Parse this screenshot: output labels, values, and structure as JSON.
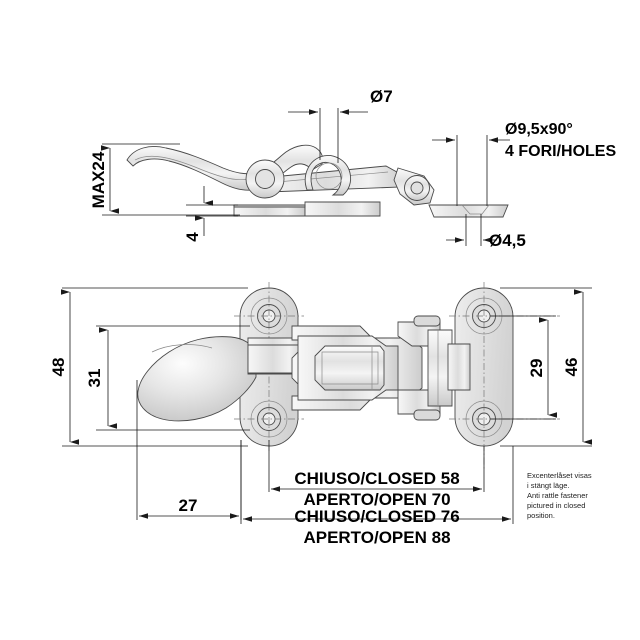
{
  "document": {
    "type": "technical-drawing",
    "title": "Anti rattle fastener / Excenterlas technical drawing",
    "background_color": "#ffffff",
    "line_color": "#1a1a1a",
    "part_fill_color": "#e9e9e9"
  },
  "side_view": {
    "name": "side-elevation",
    "dimensions": {
      "max_height": "MAX24",
      "base_thickness": "4",
      "pivot_hole": "Ø7",
      "counterbore": "Ø9,5x90°",
      "holes_note": "4 FORI/HOLES",
      "through_hole": "Ø4,5"
    }
  },
  "plan_view": {
    "name": "plan-view",
    "dimensions": {
      "overall_height": "48",
      "handle_height": "31",
      "plate_hole_spacing": "29",
      "plate_height": "46",
      "handle_offset": "27",
      "closed_inner": "CHIUSO/CLOSED 58",
      "open_inner": "APERTO/OPEN 70",
      "closed_overall": "CHIUSO/CLOSED 76",
      "open_overall": "APERTO/OPEN 88"
    }
  },
  "note": {
    "name": "closed-position-note",
    "line1": "Excenterlåset visas",
    "line2": "i stängt läge.",
    "line3": "Anti rattle fastener",
    "line4": "pictured in closed",
    "line5": "position."
  },
  "chart_data": {
    "type": "table",
    "title": "Dimensions (mm)",
    "categories": [
      "MAX24",
      "4",
      "Ø7",
      "Ø9,5x90°",
      "Ø4,5",
      "48",
      "31",
      "29",
      "46",
      "27",
      "58",
      "70",
      "76",
      "88"
    ],
    "values": [
      24,
      4,
      7,
      9.5,
      4.5,
      48,
      31,
      29,
      46,
      27,
      58,
      70,
      76,
      88
    ]
  }
}
